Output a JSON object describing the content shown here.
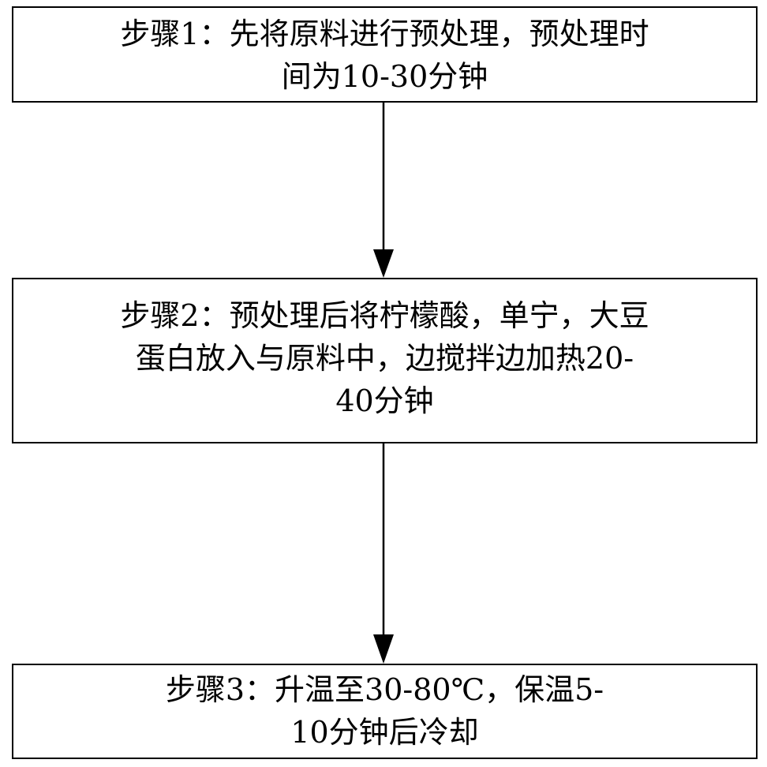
{
  "steps": [
    {
      "lines": [
        "步骤1：先将原料进行预处理，预处理时",
        "间为10-30分钟"
      ]
    },
    {
      "lines": [
        "步骤2：预处理后将柠檬酸，单宁，大豆",
        "蛋白放入与原料中，边搅拌边加热20-",
        "40分钟"
      ]
    },
    {
      "lines": [
        "步骤3：升温至30-80℃，保温5-",
        "10分钟后冷却"
      ]
    }
  ]
}
